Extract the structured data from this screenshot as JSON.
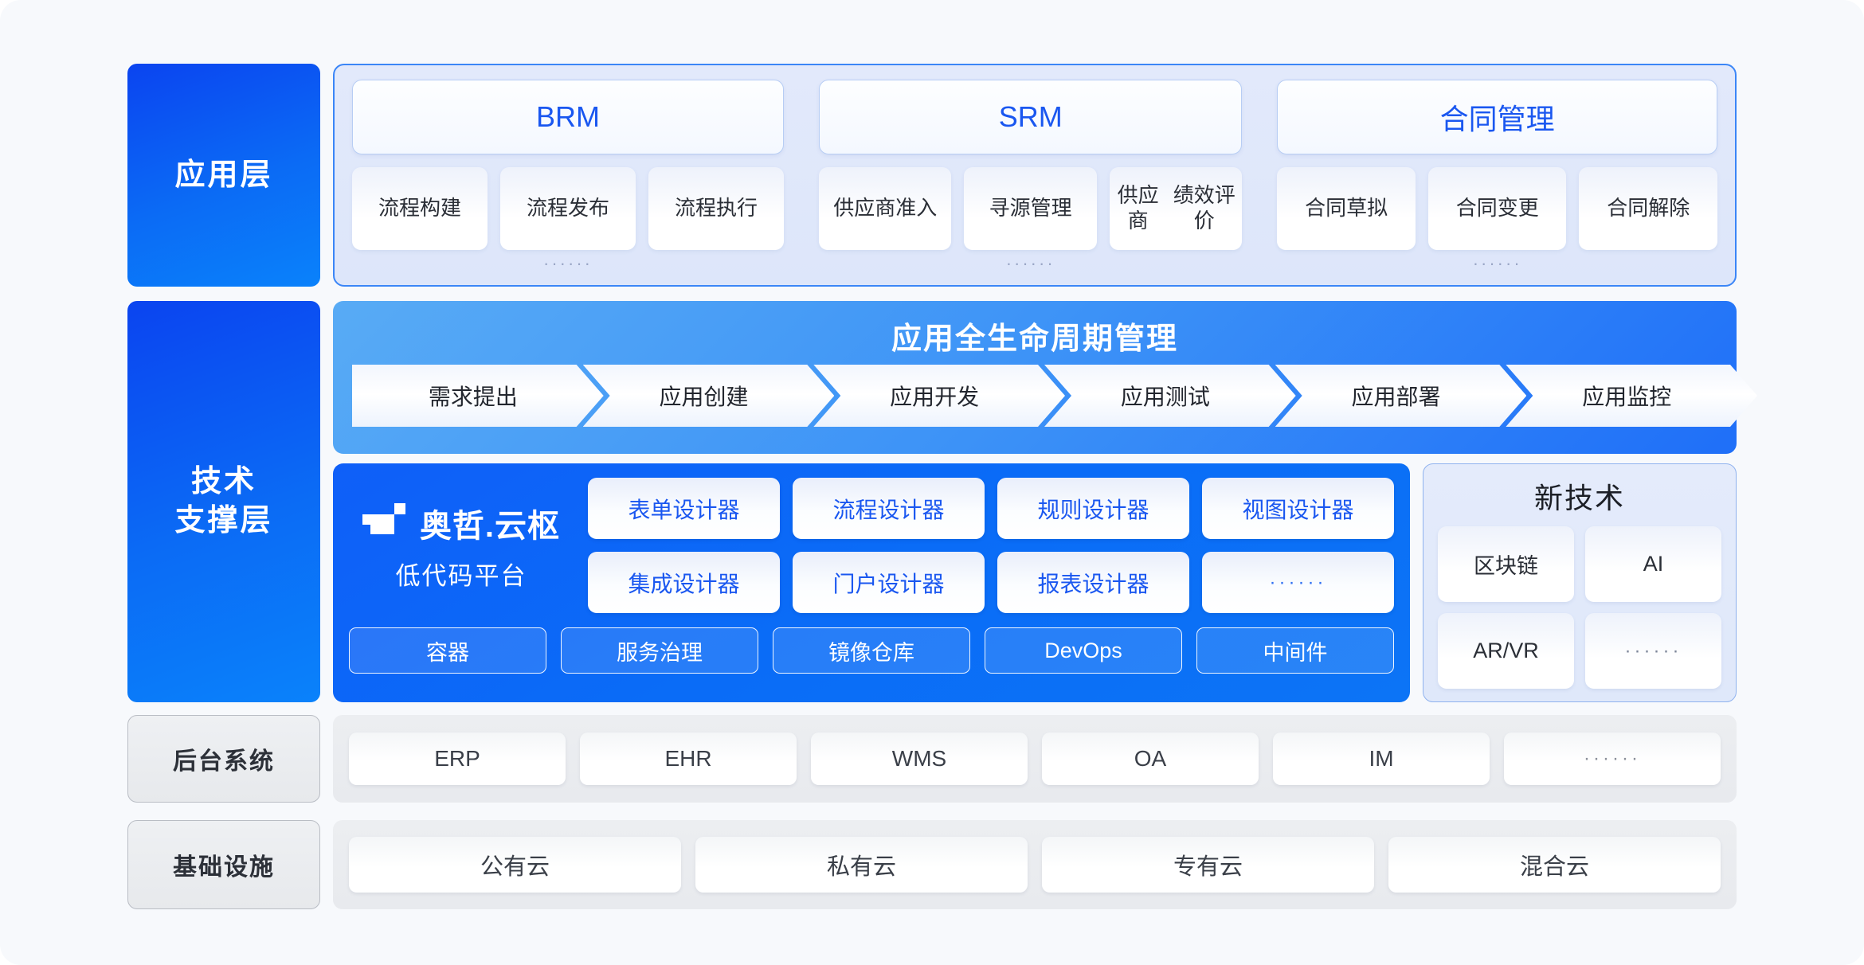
{
  "layers": {
    "application": "应用层",
    "technical_support": "技术\n支撑层",
    "technical_support_l1": "技术",
    "technical_support_l2": "支撑层",
    "backend_systems": "后台系统",
    "infrastructure": "基础设施"
  },
  "application_layer": {
    "groups": [
      {
        "title": "BRM",
        "items": [
          "流程构建",
          "流程发布",
          "流程执行"
        ],
        "more": "······"
      },
      {
        "title": "SRM",
        "items": [
          "供应商\n准入",
          "寻源管理",
          "供应商\n绩效评价"
        ],
        "more": "······"
      },
      {
        "title": "合同管理",
        "items": [
          "合同草拟",
          "合同变更",
          "合同解除"
        ],
        "more": "······"
      }
    ]
  },
  "lifecycle": {
    "title": "应用全生命周期管理",
    "stages": [
      "需求提出",
      "应用创建",
      "应用开发",
      "应用测试",
      "应用部署",
      "应用监控"
    ]
  },
  "lowcode": {
    "brand_name": "奥哲.云枢",
    "brand_sub": "低代码平台",
    "logo_icon": "aozhe-flag-logo-icon",
    "designers": [
      "表单设计器",
      "流程设计器",
      "规则设计器",
      "视图设计器",
      "集成设计器",
      "门户设计器",
      "报表设计器",
      "······"
    ],
    "infra_chips": [
      "容器",
      "服务治理",
      "镜像仓库",
      "DevOps",
      "中间件"
    ]
  },
  "new_tech": {
    "title": "新技术",
    "items": [
      "区块链",
      "AI",
      "AR/VR",
      "······"
    ]
  },
  "backend_systems": {
    "items": [
      "ERP",
      "EHR",
      "WMS",
      "OA",
      "IM",
      "······"
    ]
  },
  "infrastructure": {
    "items": [
      "公有云",
      "私有云",
      "专有云",
      "混合云"
    ]
  },
  "colors": {
    "brand_blue": "#0b6bf5",
    "accent_blue": "#1a57f0",
    "panel_bg": "#e2e9fb",
    "lifecycle_start": "#58abf5",
    "lifecycle_end": "#1f6ff8",
    "page_bg": "#f7f9fc",
    "grey_panel": "#eceef1"
  }
}
